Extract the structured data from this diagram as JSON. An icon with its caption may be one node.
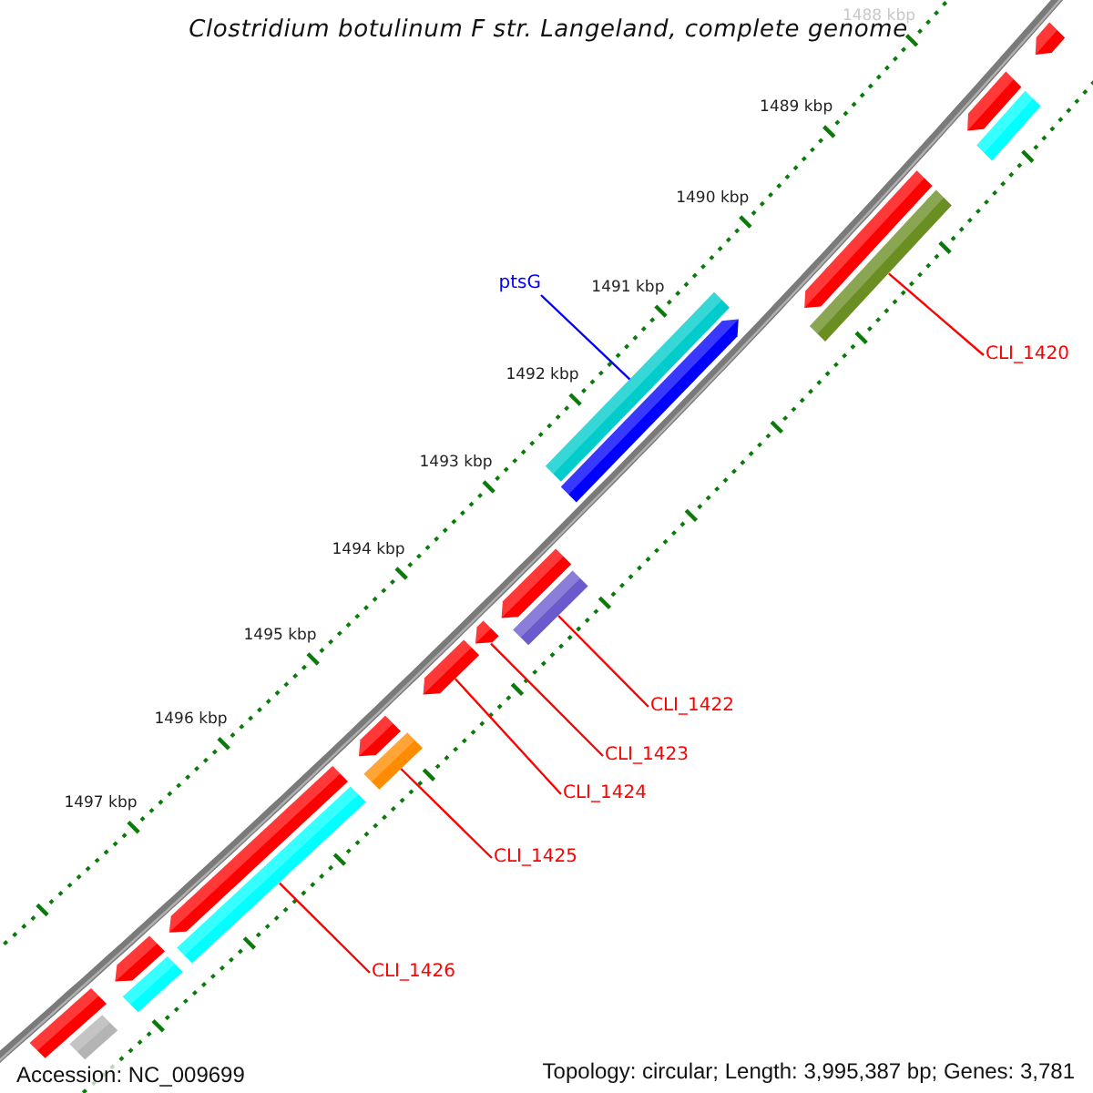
{
  "diagram": {
    "title": "Clostridium botulinum F str. Langeland, complete genome",
    "nodes": [
      {
        "text": [
          "ptsG"
        ]
      },
      {
        "text": [
          "CLI_1420"
        ]
      },
      {
        "text": [
          "CLI_1422"
        ]
      },
      {
        "text": [
          "CLI_1423"
        ]
      },
      {
        "text": [
          "CLI_1424"
        ]
      },
      {
        "text": [
          "CLI_1425"
        ]
      },
      {
        "text": [
          "CLI_1426"
        ]
      },
      {
        "text": [],
        "shape": "arrow"
      },
      {
        "text": [],
        "shape": "arrow"
      },
      {
        "text": [],
        "shape": "bar"
      },
      {
        "text": [],
        "shape": "arrow"
      },
      {
        "text": [],
        "shape": "bar"
      },
      {
        "text": [],
        "shape": "bar"
      },
      {
        "text": [],
        "shape": "arrow"
      },
      {
        "text": [],
        "shape": "arrow"
      },
      {
        "text": [],
        "shape": "bar"
      },
      {
        "text": [],
        "shape": "arrow"
      },
      {
        "text": [],
        "shape": "arrow"
      },
      {
        "text": [],
        "shape": "arrow"
      },
      {
        "text": [],
        "shape": "bar"
      },
      {
        "text": [],
        "shape": "arrow"
      },
      {
        "text": [],
        "shape": "bar"
      },
      {
        "text": [],
        "shape": "arrow"
      },
      {
        "text": [],
        "shape": "bar"
      },
      {
        "text": [],
        "shape": "arrow"
      },
      {
        "text": [],
        "shape": "bar"
      }
    ],
    "edges": [
      {
        "from": 0,
        "to": 12,
        "arrow": "none",
        "color": "#0000ff"
      },
      {
        "from": 1,
        "to": 11,
        "arrow": "none"
      },
      {
        "from": 2,
        "to": 15,
        "arrow": "none"
      },
      {
        "from": 3,
        "to": 16,
        "arrow": "none"
      },
      {
        "from": 4,
        "to": 17,
        "arrow": "none"
      },
      {
        "from": 5,
        "to": 19,
        "arrow": "none"
      },
      {
        "from": 6,
        "to": 21,
        "arrow": "none"
      }
    ],
    "labels": [
      "1488 kbp",
      "1489 kbp",
      "1490 kbp",
      "1491 kbp",
      "1492 kbp",
      "1493 kbp",
      "1494 kbp",
      "1495 kbp",
      "1496 kbp",
      "1497 kbp",
      "Accession: NC_009699",
      "Topology: circular; Length: 3,995,387 bp; Genes: 3,781"
    ]
  }
}
